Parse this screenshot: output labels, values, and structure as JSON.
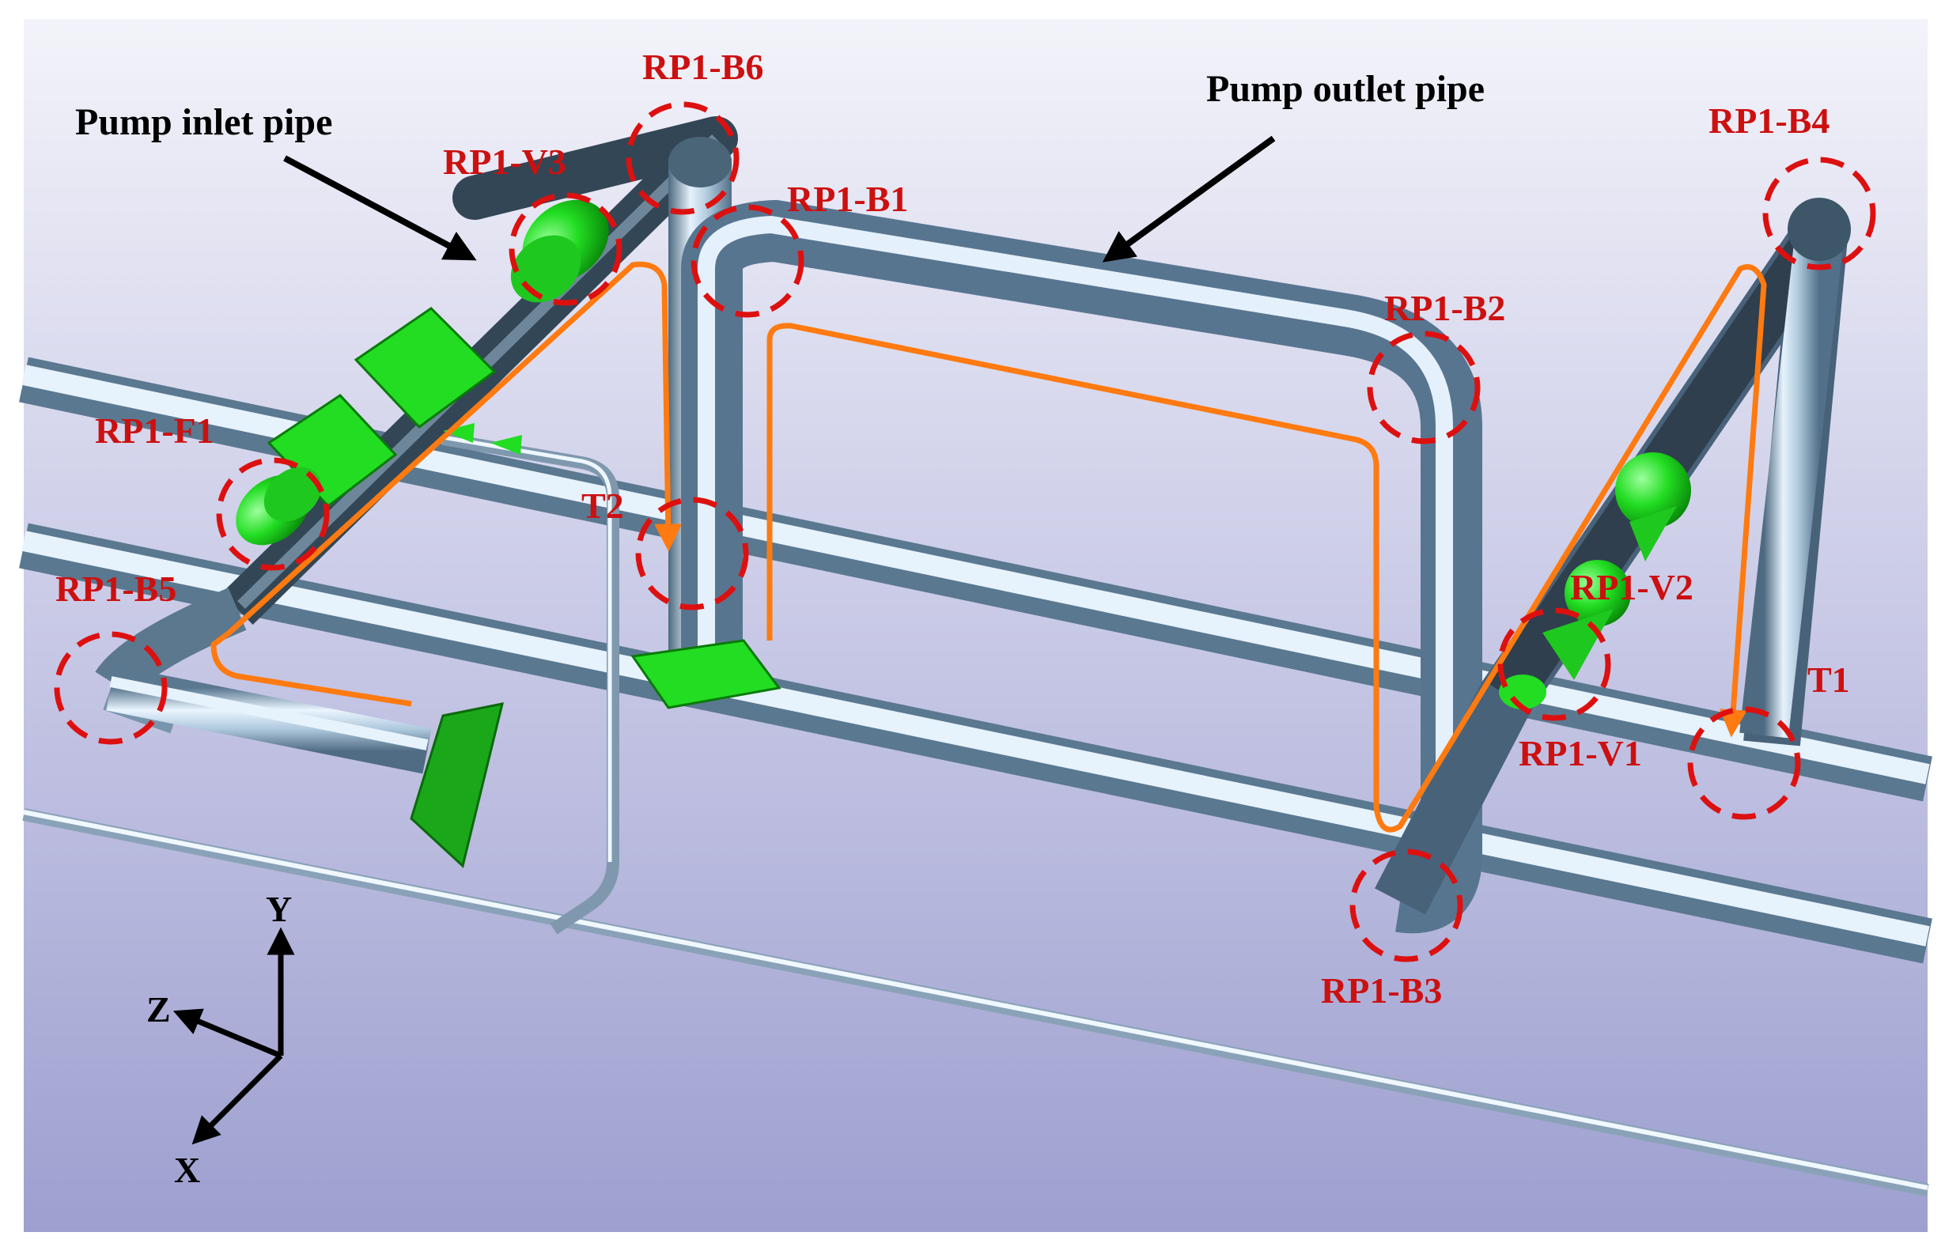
{
  "annotations": {
    "pump_inlet_pipe": "Pump inlet pipe",
    "pump_outlet_pipe": "Pump outlet pipe",
    "rp1_b1": "RP1-B1",
    "rp1_b2": "RP1-B2",
    "rp1_b3": "RP1-B3",
    "rp1_b4": "RP1-B4",
    "rp1_b5": "RP1-B5",
    "rp1_b6": "RP1-B6",
    "rp1_v1": "RP1-V1",
    "rp1_v2": "RP1-V2",
    "rp1_v3": "RP1-V3",
    "rp1_f1": "RP1-F1",
    "t1": "T1",
    "t2": "T2"
  },
  "axes": {
    "x": "X",
    "y": "Y",
    "z": "Z"
  },
  "colors": {
    "background_top": "#f2f2fa",
    "background_bottom": "#a0a2d0",
    "pipe_light": "#e8f4ff",
    "pipe_mid": "#a8c4dc",
    "pipe_dark": "#4a6478",
    "pipe_inlet": "#3a4c5c",
    "component_green": "#22dd22",
    "marker_red": "#dd1010",
    "route_orange": "#ff7a10"
  }
}
